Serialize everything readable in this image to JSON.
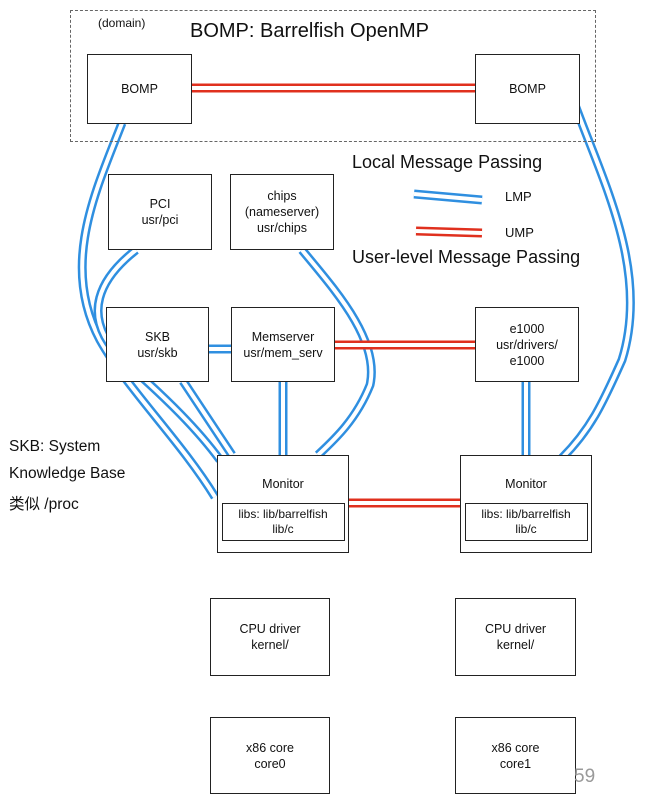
{
  "domain": {
    "tag": "(domain)",
    "title": "BOMP: Barrelfish OpenMP"
  },
  "boxes": {
    "bomp_left": "BOMP",
    "bomp_right": "BOMP",
    "pci": [
      "PCI",
      "usr/pci"
    ],
    "chips": [
      "chips",
      "(nameserver)",
      "usr/chips"
    ],
    "skb": [
      "SKB",
      "usr/skb"
    ],
    "memserver": [
      "Memserver",
      "usr/mem_serv"
    ],
    "e1000": [
      "e1000",
      "usr/drivers/",
      "e1000"
    ],
    "monitor_left": {
      "title": "Monitor",
      "libs": [
        "libs: lib/barrelfish",
        "lib/c"
      ]
    },
    "monitor_right": {
      "title": "Monitor",
      "libs": [
        "libs: lib/barrelfish",
        "lib/c"
      ]
    },
    "cpu_left": [
      "CPU driver",
      "kernel/"
    ],
    "cpu_right": [
      "CPU driver",
      "kernel/"
    ],
    "core_left": [
      "x86 core",
      "core0"
    ],
    "core_right": [
      "x86 core",
      "core1"
    ]
  },
  "legend": {
    "local_title": "Local Message Passing",
    "lmp_label": "LMP",
    "ump_label": "UMP",
    "user_title": "User-level Message Passing",
    "lmp_color": "#2f8fe0",
    "ump_color": "#e0301e"
  },
  "side_note": [
    "SKB: System",
    "Knowledge Base",
    "类似 /proc"
  ],
  "page_number": "59"
}
